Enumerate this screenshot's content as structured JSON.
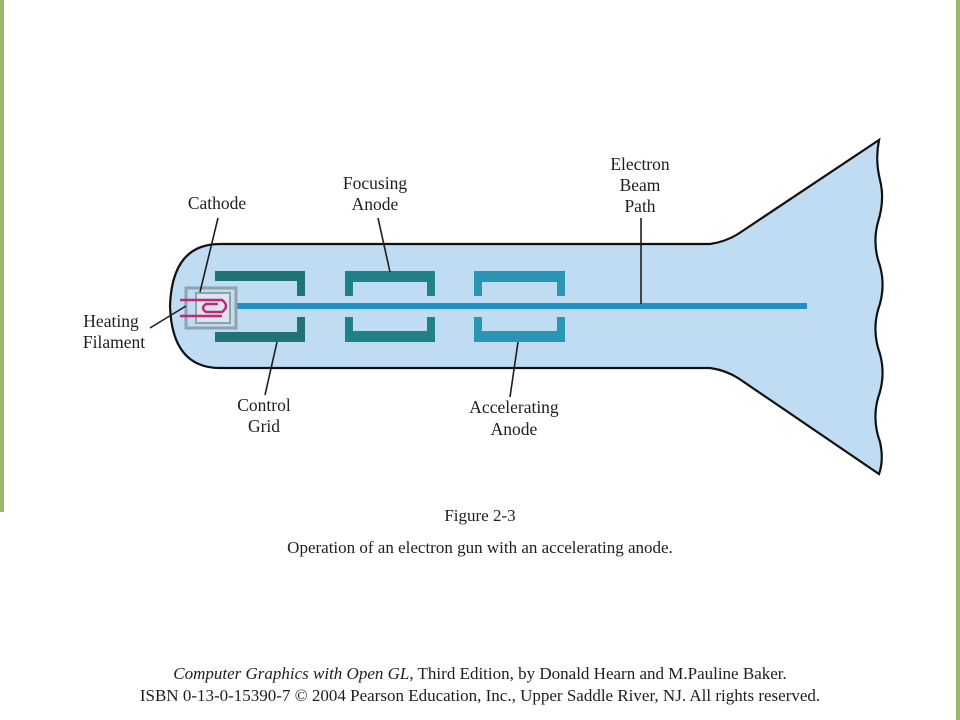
{
  "colors": {
    "tube_fill": "#bfdcf2",
    "tube_outline": "#111111",
    "control_grid": "#1f7372",
    "focusing_anode": "#1f8087",
    "accelerating_anode": "#2a95b5",
    "beam": "#1f8fc8",
    "filament": "#c0287a",
    "cathode": "#8fa3ad",
    "frame_accent": "#9ab86a"
  },
  "labels": {
    "cathode": "Cathode",
    "focusing_anode_line1": "Focusing",
    "focusing_anode_line2": "Anode",
    "electron_beam_line1": "Electron",
    "electron_beam_line2": "Beam",
    "electron_beam_line3": "Path",
    "heating_filament_line1": "Heating",
    "heating_filament_line2": "Filament",
    "control_grid_line1": "Control",
    "control_grid_line2": "Grid",
    "accelerating_anode_line1": "Accelerating",
    "accelerating_anode_line2": "Anode"
  },
  "caption": {
    "figure_number": "Figure 2-3",
    "text": "Operation of an electron gun with an accelerating anode."
  },
  "credit": {
    "book_title": "Computer Graphics with Open GL",
    "book_details": ", Third Edition, by Donald Hearn and M.Pauline Baker.",
    "copyright": "ISBN 0-13-0-15390-7 © 2004 Pearson Education, Inc., Upper Saddle River, NJ. All rights reserved."
  }
}
